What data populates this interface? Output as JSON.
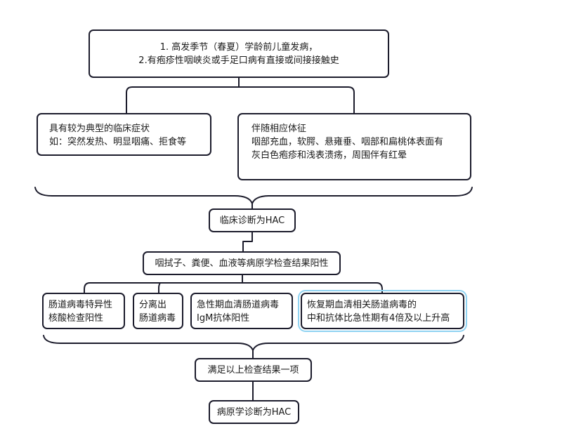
{
  "nodes": {
    "epidemiology": {
      "lines": [
        "1. 高发季节（春夏）学龄前儿童发病，",
        "2.有疱疹性咽峡炎或手足口病有直接或间接接触史"
      ]
    },
    "symptoms": {
      "lines": [
        "具有较为典型的临床症状",
        "如：突然发热、明显咽痛、拒食等"
      ]
    },
    "signs": {
      "lines": [
        "伴随相应体征",
        "咽部充血，软腭、悬雍垂、咽部和扁桃体表面有",
        "灰白色疱疹和浅表溃疡，周围伴有红晕"
      ]
    },
    "clinical_diagnosis": {
      "label": "临床诊断为HAC"
    },
    "specimens": {
      "label": "咽拭子、粪便、血液等病原学检查结果阳性"
    },
    "test_nucleic": {
      "lines": [
        "肠道病毒特异性",
        "核酸检查阳性"
      ]
    },
    "test_isolation": {
      "lines": [
        "分离出",
        "肠道病毒"
      ]
    },
    "test_igm": {
      "lines": [
        "急性期血清肠道病毒",
        "IgM抗体阳性"
      ]
    },
    "test_antibody": {
      "lines": [
        "恢复期血清相关肠道病毒的",
        "中和抗体比急性期有4倍及以上升高"
      ]
    },
    "criteria": {
      "label": "满足以上检查结果一项"
    },
    "etiologic_diagnosis": {
      "label": "病原学诊断为HAC"
    }
  },
  "colors": {
    "border": "#1c1c2c",
    "selection": "#8fd3f2"
  }
}
